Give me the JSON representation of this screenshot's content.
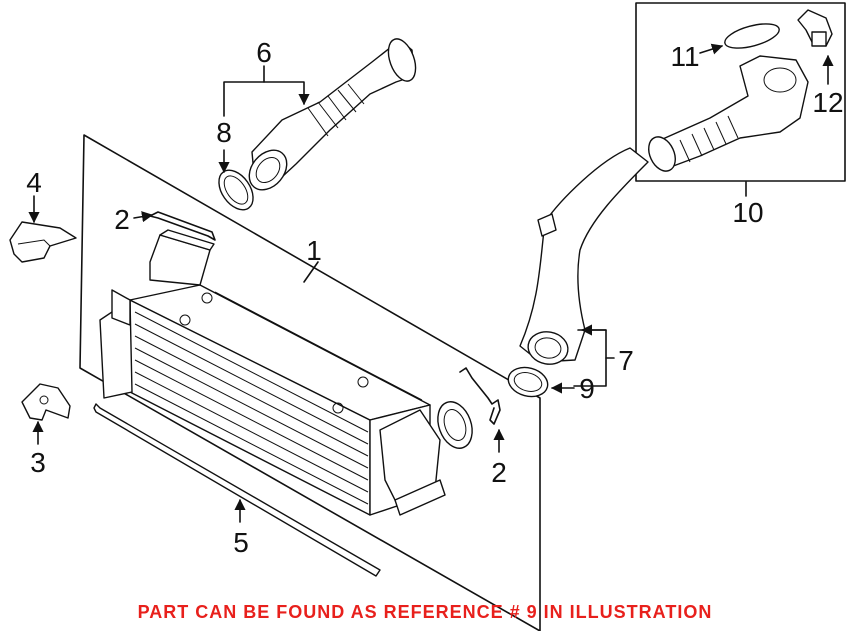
{
  "callouts": {
    "c1": "1",
    "c2a": "2",
    "c2b": "2",
    "c3": "3",
    "c4": "4",
    "c5": "5",
    "c6": "6",
    "c7": "7",
    "c8": "8",
    "c9": "9",
    "c10": "10",
    "c11": "11",
    "c12": "12"
  },
  "notice": "PART CAN BE FOUND AS REFERENCE # 9 IN ILLUSTRATION",
  "colors": {
    "notice": "#e8201c",
    "line": "#111111"
  }
}
